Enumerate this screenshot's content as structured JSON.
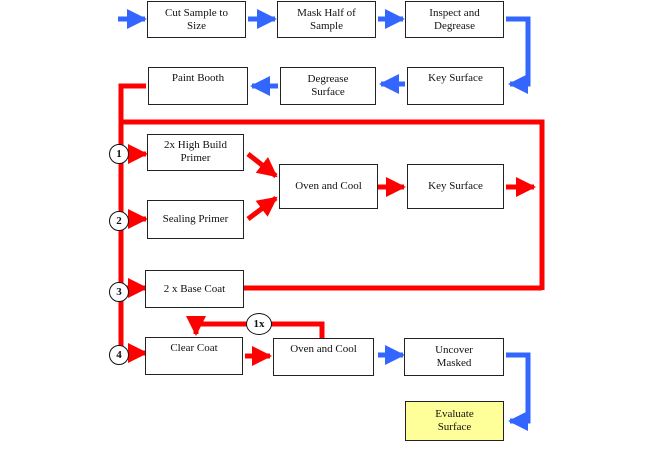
{
  "colors": {
    "process_arrow": "#3366ff",
    "coating_arrow": "#ff0000",
    "evaluate_fill": "#ffff99"
  },
  "steps": {
    "cut_sample": "Cut Sample to\nSize",
    "mask_half": "Mask Half of\nSample",
    "inspect_degrease": "Inspect and\nDegrease",
    "key_surface_1": "Key Surface",
    "degrease_surface": "Degrease\nSurface",
    "paint_booth": "Paint Booth",
    "high_build_primer": "2x High Build\nPrimer",
    "sealing_primer": "Sealing Primer",
    "oven_cool_1": "Oven and Cool",
    "key_surface_2": "Key Surface",
    "base_coat": "2 x Base Coat",
    "clear_coat": "Clear Coat",
    "oven_cool_2": "Oven and Cool",
    "uncover_masked": "Uncover\nMasked",
    "evaluate_surface": "Evaluate\nSurface"
  },
  "markers": {
    "m1": "1",
    "m2": "2",
    "m3": "3",
    "m4": "4",
    "repeat": "1x"
  }
}
